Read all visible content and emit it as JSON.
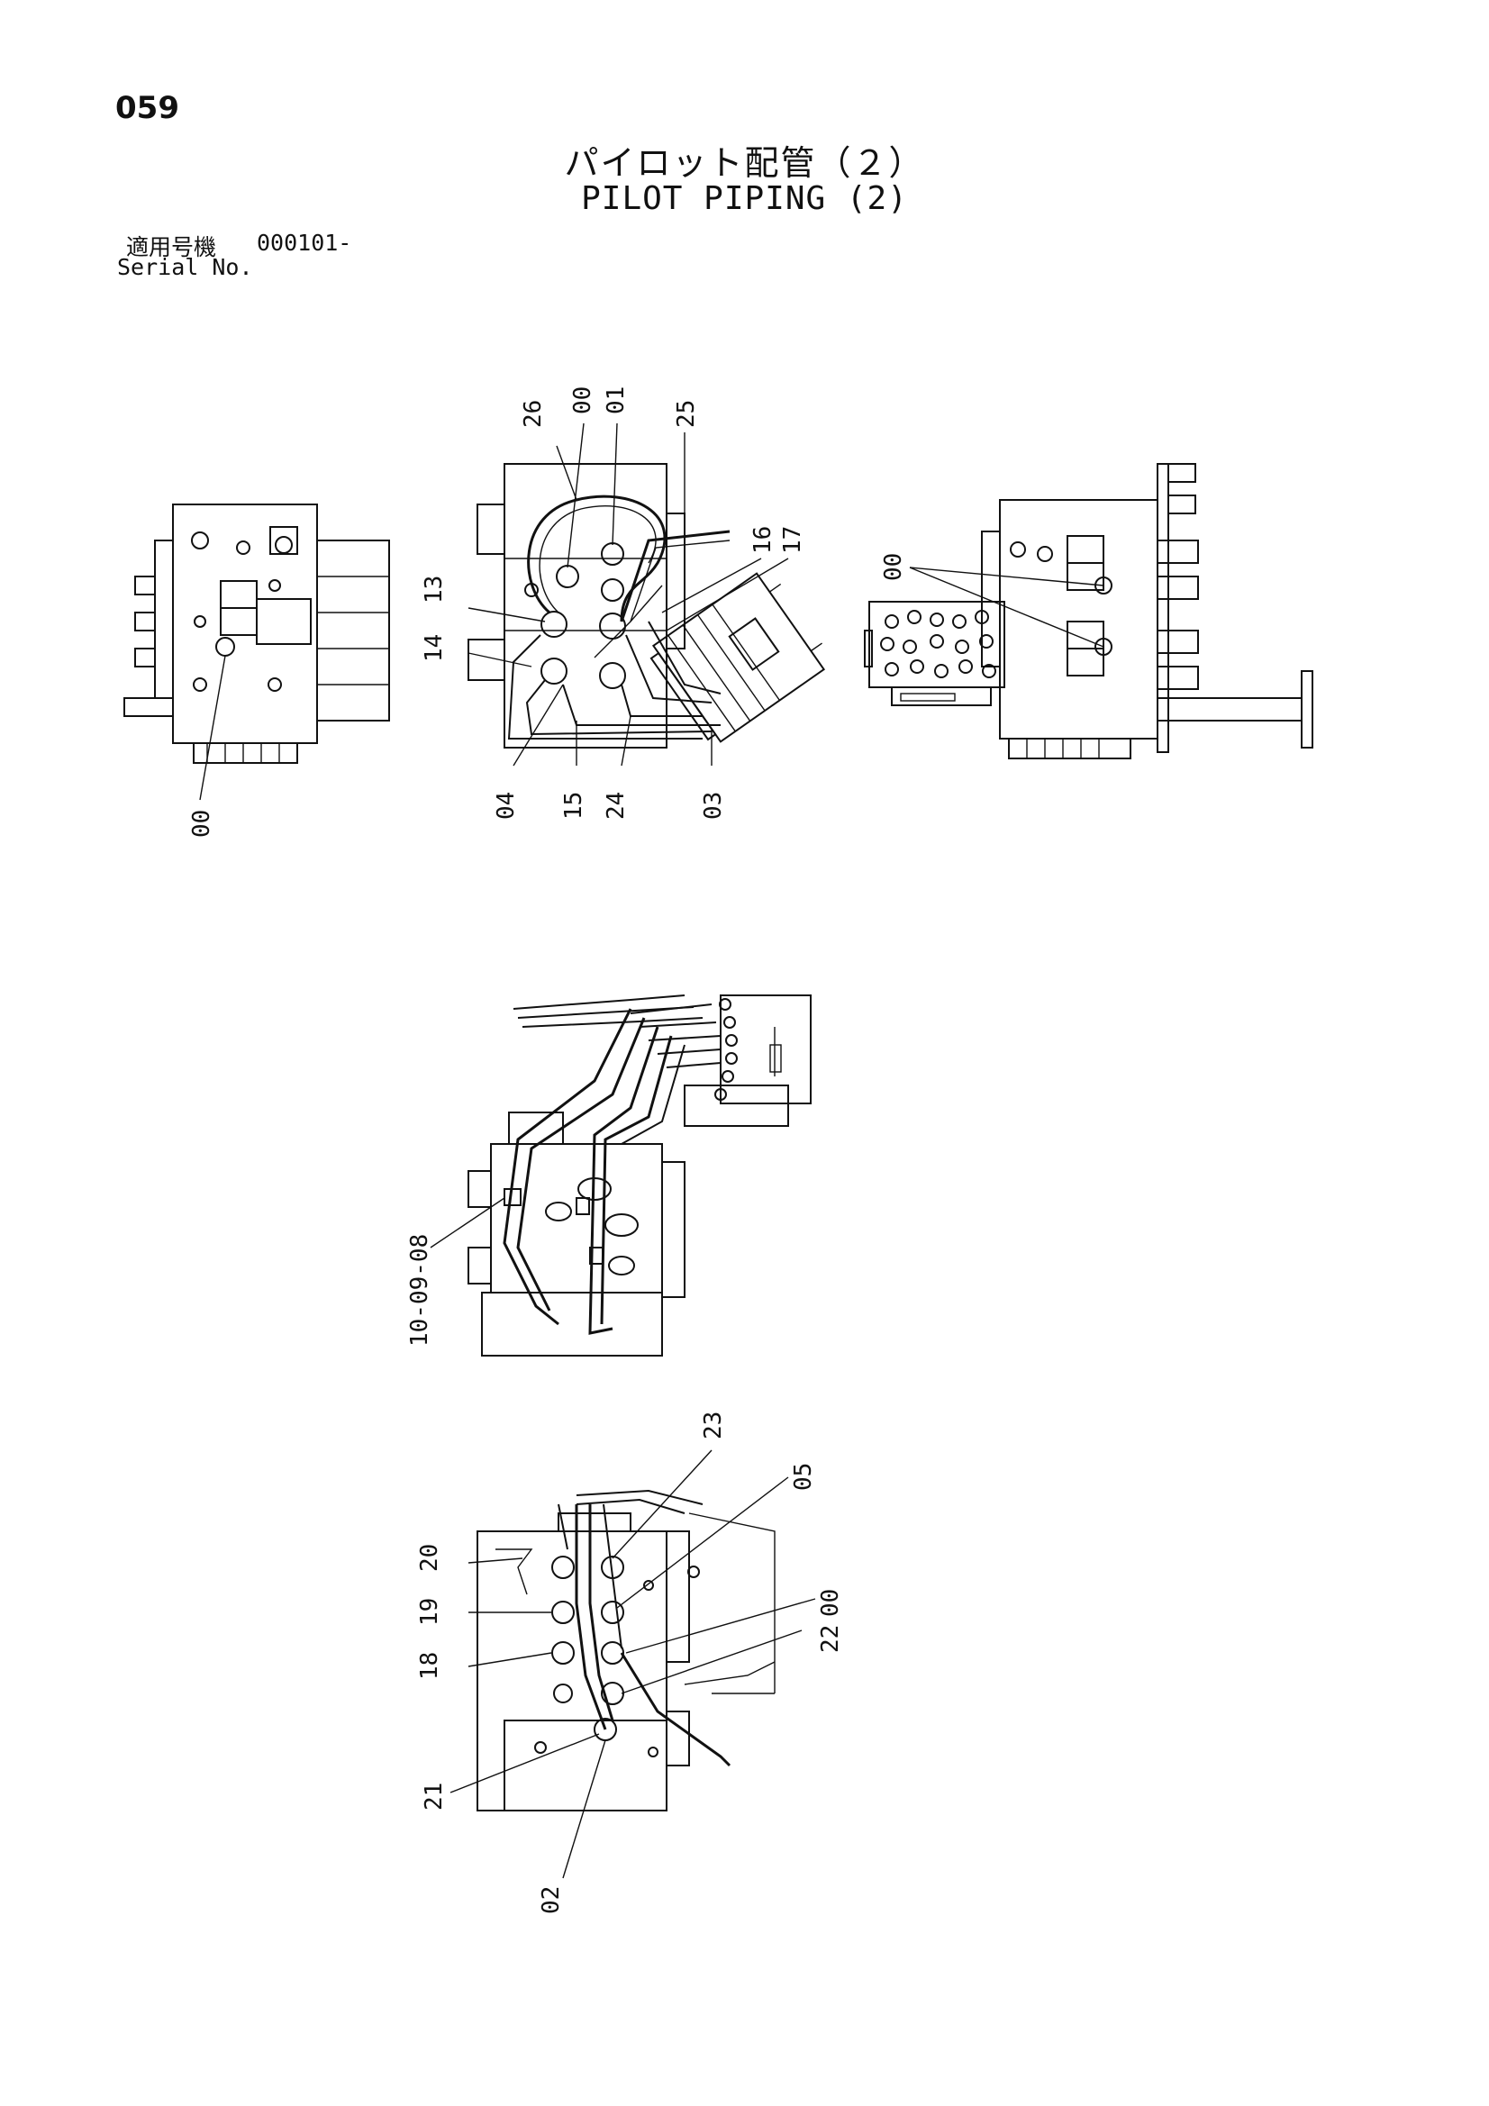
{
  "header": {
    "page_number": "059",
    "title_jp": "パイロット配管（２）",
    "title_en": "PILOT PIPING (2)",
    "serial_label_jp": "適用号機",
    "serial_value": "000101-",
    "serial_label_en": "Serial No."
  },
  "callouts": {
    "view_top_left": [
      "00"
    ],
    "view_top_center": [
      "26",
      "00",
      "01",
      "25",
      "16",
      "17",
      "13",
      "14",
      "04",
      "15",
      "24",
      "03"
    ],
    "view_top_right": [
      "00"
    ],
    "view_middle": [
      "10-09-08"
    ],
    "view_bottom": [
      "23",
      "05",
      "20",
      "19",
      "18",
      "00",
      "22",
      "21",
      "02"
    ]
  }
}
